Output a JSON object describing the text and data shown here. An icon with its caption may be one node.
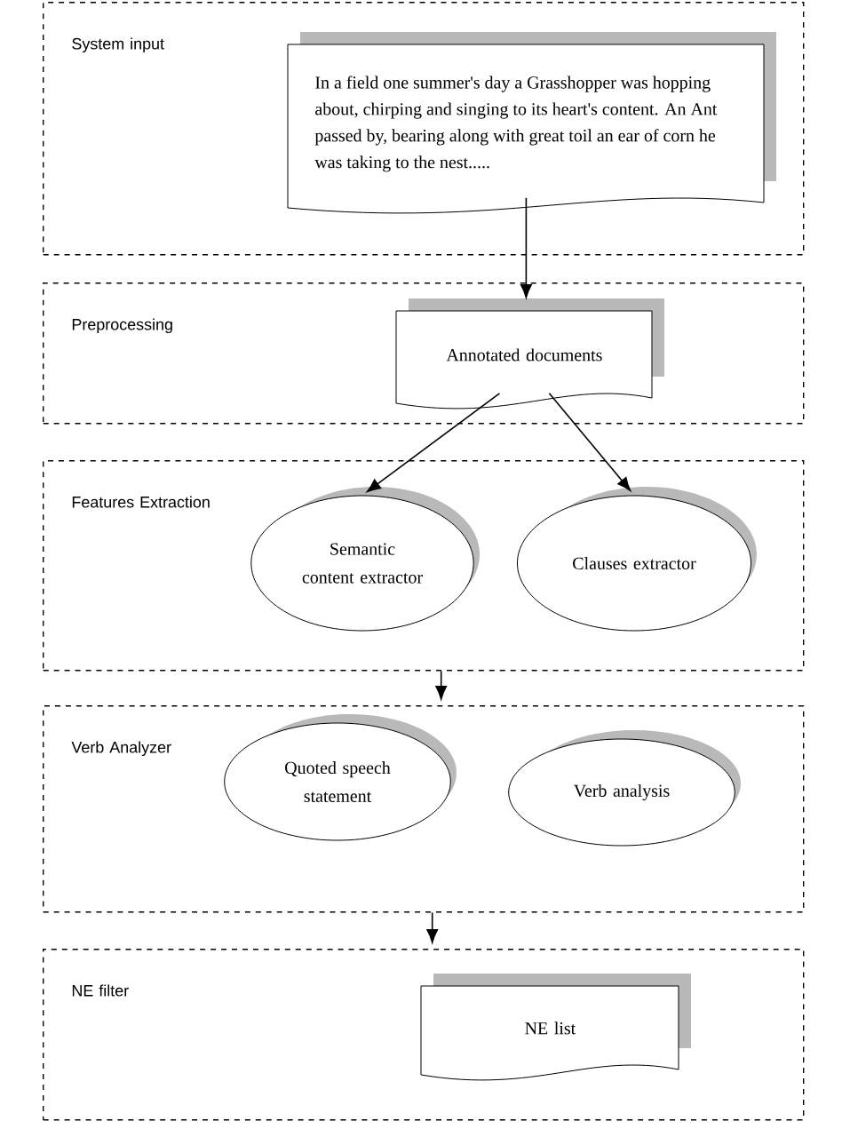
{
  "diagram": {
    "nodes": [
      {
        "text": [
          "System input"
        ]
      },
      {
        "text": [
          "In a field one summer's day a Grasshopper was hopping about, chirping and singing to its heart's content. An Ant passed by, bearing along with great toil an ear of corn he was taking to the nest....."
        ],
        "in": 0
      },
      {
        "text": [
          "Preprocessing"
        ]
      },
      {
        "text": [
          "Annotated documents"
        ],
        "in": 2
      },
      {
        "text": [
          "Features Extraction"
        ]
      },
      {
        "text": [
          "Semantic content extractor"
        ],
        "in": 4
      },
      {
        "text": [
          "Clauses extractor"
        ],
        "in": 4
      },
      {
        "text": [
          "Verb Analyzer"
        ]
      },
      {
        "text": [
          "Quoted speech statement"
        ],
        "in": 7
      },
      {
        "text": [
          "Verb analysis"
        ],
        "in": 7
      },
      {
        "text": [
          "NE filter"
        ]
      },
      {
        "text": [
          "NE list"
        ],
        "in": 10
      }
    ],
    "edges": [
      {
        "from": 1,
        "to": 3,
        "arrow": "to"
      },
      {
        "from": 3,
        "to": 5,
        "arrow": "to"
      },
      {
        "from": 3,
        "to": 6,
        "arrow": "to"
      },
      {
        "from": 4,
        "to": 7,
        "arrow": "to"
      },
      {
        "from": 7,
        "to": 10,
        "arrow": "to"
      }
    ]
  }
}
